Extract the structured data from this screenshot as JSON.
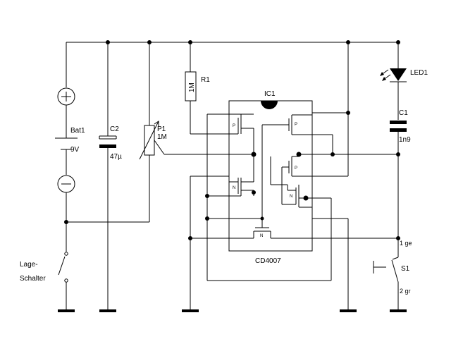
{
  "components": {
    "battery": {
      "ref": "Bat1",
      "value": "9V",
      "plus_symbol": "+",
      "minus_symbol": "−"
    },
    "capacitor_c2": {
      "ref": "C2",
      "value": "47µ"
    },
    "potentiometer": {
      "ref": "P1",
      "value": "1M"
    },
    "resistor": {
      "ref": "R1",
      "value": "1M"
    },
    "ic": {
      "ref": "IC1",
      "part": "CD4007",
      "p_marker": "P",
      "n_marker": "N"
    },
    "led": {
      "ref": "LED1"
    },
    "capacitor_c1": {
      "ref": "C1",
      "value": "1n9"
    },
    "switch_s1": {
      "ref": "S1",
      "terminal_1": "1 ge",
      "terminal_2": "2 gr"
    },
    "tilt_switch": {
      "label_line1": "Lage-",
      "label_line2": "Schalter"
    }
  }
}
